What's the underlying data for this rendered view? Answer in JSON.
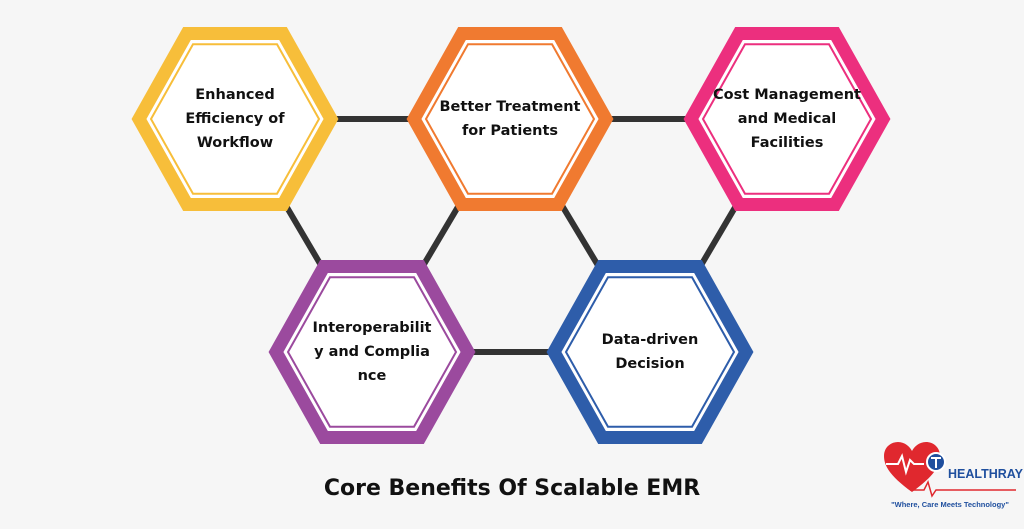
{
  "title": "Core Benefits Of Scalable EMR",
  "nodes": [
    {
      "id": "efficiency",
      "label": "Enhanced Efficiency of Workflow",
      "color": "#F7BE3A"
    },
    {
      "id": "treatment",
      "label": "Better Treatment for Patients",
      "color": "#F07A30"
    },
    {
      "id": "cost",
      "label": "Cost Management and Medical Facilities",
      "color": "#EC2F7E"
    },
    {
      "id": "interop",
      "label": "Interoperability and Compliance",
      "color": "#9B4A9E"
    },
    {
      "id": "data",
      "label": "Data-driven Decision",
      "color": "#2E5DAA"
    }
  ],
  "edges": [
    [
      "efficiency",
      "treatment"
    ],
    [
      "treatment",
      "cost"
    ],
    [
      "efficiency",
      "interop"
    ],
    [
      "treatment",
      "interop"
    ],
    [
      "treatment",
      "data"
    ],
    [
      "cost",
      "data"
    ],
    [
      "interop",
      "data"
    ]
  ],
  "connector_color": "#333333",
  "logo": {
    "name": "HEALTHRAY",
    "tagline": "\"Where, Care Meets Technology\"",
    "heart_color": "#E0282E",
    "text_color": "#1F4F9E"
  }
}
